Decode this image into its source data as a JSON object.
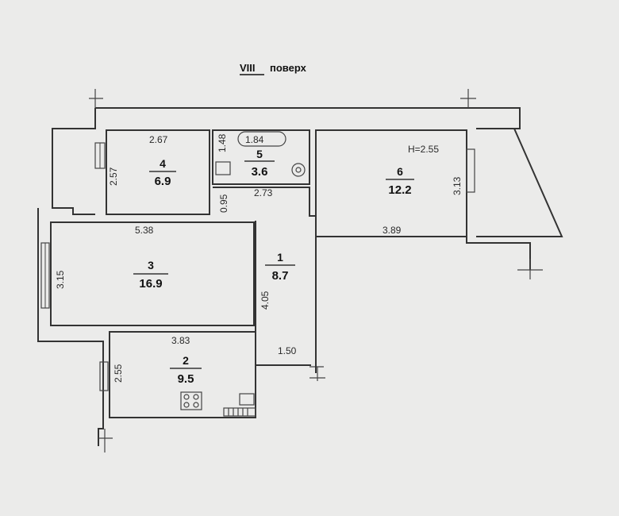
{
  "floor": {
    "roman": "VIII",
    "word": "поверх"
  },
  "ceiling_height": "H=2.55",
  "rooms": [
    {
      "number": "1",
      "area": "8.7"
    },
    {
      "number": "2",
      "area": "9.5"
    },
    {
      "number": "3",
      "area": "16.9"
    },
    {
      "number": "4",
      "area": "6.9"
    },
    {
      "number": "5",
      "area": "3.6"
    },
    {
      "number": "6",
      "area": "12.2"
    }
  ],
  "dimensions": {
    "room4_width": "2.67",
    "room4_height": "2.57",
    "room5_height": "1.48",
    "room5_width": "1.84",
    "corridor_top": "2.73",
    "corridor_step": "0.95",
    "room6_height": "3.13",
    "room6_width": "3.89",
    "room3_width": "5.38",
    "room3_height": "3.15",
    "room1_height": "4.05",
    "room2_width": "3.83",
    "room2_height": "2.55",
    "entry_width": "1.50"
  }
}
